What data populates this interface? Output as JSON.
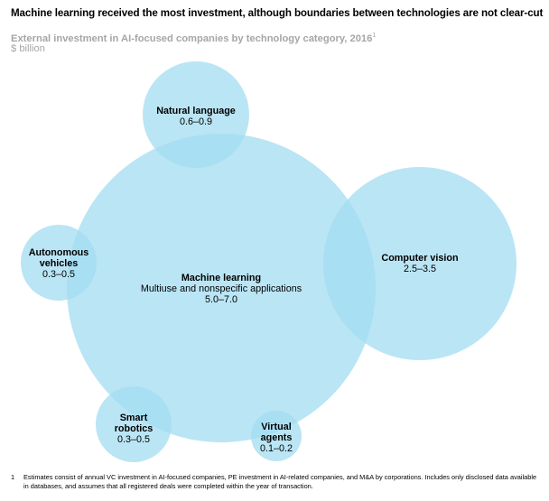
{
  "header": {
    "title": "Machine learning received the most investment, although boundaries between technologies are not clear-cut",
    "subtitle": "External investment in AI-focused companies by technology category, 2016",
    "subtitle_note_marker": "1",
    "unit": "$ billion"
  },
  "footnote": {
    "number": "1",
    "text": "Estimates consist of annual VC investment in AI-focused companies, PE investment in AI-related companies, and M&A by corporations. Includes only disclosed data available in databases, and assumes that all registered deals were completed within the year of transaction."
  },
  "colors": {
    "bubble_fill": "#a3dcf2",
    "bubble_opacity": 0.75
  },
  "chart_data": {
    "type": "bubble",
    "value_unit": "$ billion",
    "bubbles": [
      {
        "id": "machine-learning",
        "label_lines": [
          "Machine learning"
        ],
        "sublabel": "Multiuse and nonspecific applications",
        "value_text": "5.0–7.0",
        "min": 5.0,
        "max": 7.0
      },
      {
        "id": "computer-vision",
        "label_lines": [
          "Computer vision"
        ],
        "value_text": "2.5–3.5",
        "min": 2.5,
        "max": 3.5
      },
      {
        "id": "natural-language",
        "label_lines": [
          "Natural language"
        ],
        "value_text": "0.6–0.9",
        "min": 0.6,
        "max": 0.9
      },
      {
        "id": "autonomous-vehicles",
        "label_lines": [
          "Autonomous",
          "vehicles"
        ],
        "value_text": "0.3–0.5",
        "min": 0.3,
        "max": 0.5
      },
      {
        "id": "smart-robotics",
        "label_lines": [
          "Smart",
          "robotics"
        ],
        "value_text": "0.3–0.5",
        "min": 0.3,
        "max": 0.5
      },
      {
        "id": "virtual-agents",
        "label_lines": [
          "Virtual",
          "agents"
        ],
        "value_text": "0.1–0.2",
        "min": 0.1,
        "max": 0.2
      }
    ]
  }
}
